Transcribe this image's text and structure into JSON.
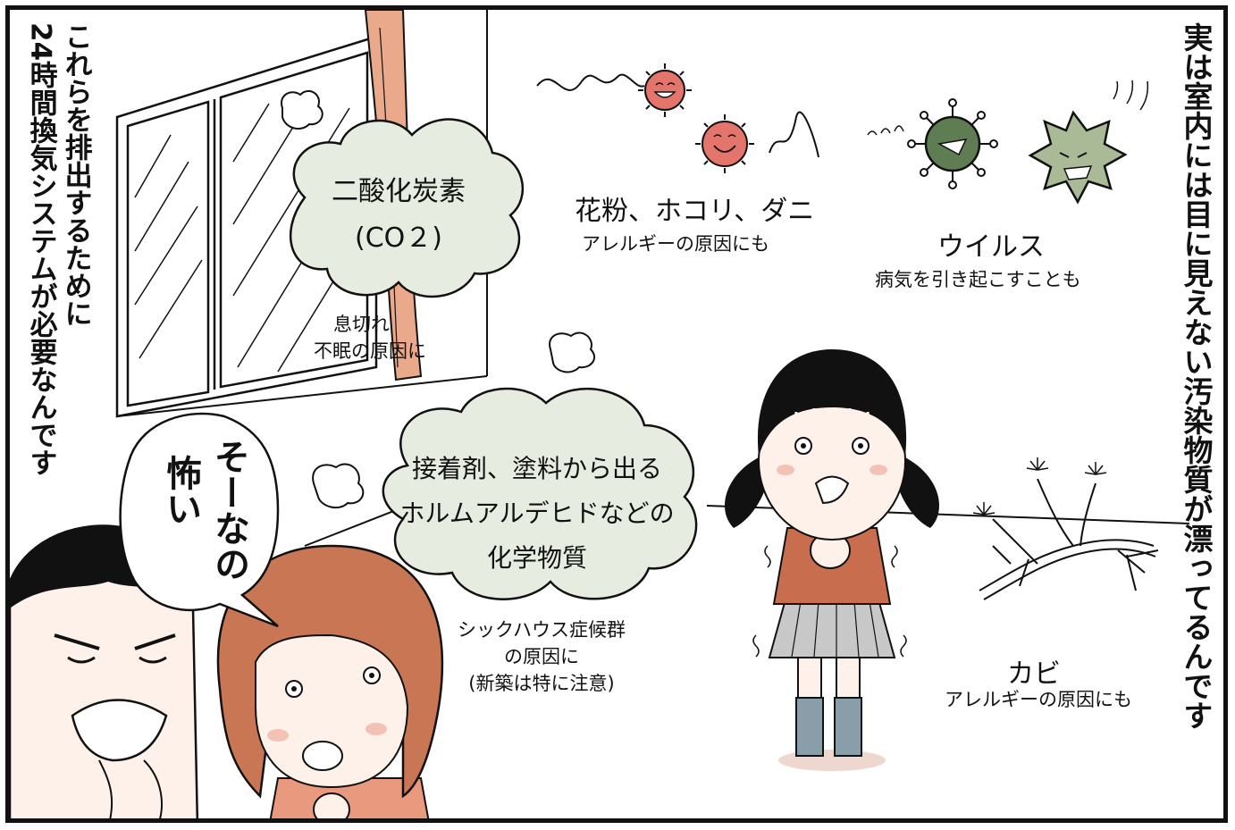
{
  "narration": {
    "right": "実は室内には目に見えない汚染物質が漂ってるんです",
    "left_line1": "これらを排出するために",
    "left_line2": "24時間換気システムが必要なんです"
  },
  "co2": {
    "title_line1": "二酸化炭素",
    "title_line2": "(CO２)",
    "note_line1": "息切れ",
    "note_line2": "不眠の原因に"
  },
  "pollen": {
    "title": "花粉、ホコリ、ダニ",
    "note": "アレルギーの原因にも"
  },
  "virus": {
    "title": "ウイルス",
    "note": "病気を引き起こすことも"
  },
  "chemical": {
    "title_line1": "接着剤、塗料から出る",
    "title_line2": "ホルムアルデヒドなどの",
    "title_line3": "化学物質",
    "note_line1": "シックハウス症候群",
    "note_line2": "の原因に",
    "note_line3": "(新築は特に注意)"
  },
  "mold": {
    "title": "カビ",
    "note": "アレルギーの原因にも"
  },
  "speech": {
    "line1": "そーなの",
    "line2": "怖い"
  },
  "colors": {
    "outline": "#111111",
    "cloud_fill": "#e6ede0",
    "skin": "#fdf1ea",
    "hair_brown": "#c97655",
    "pollen_red": "#e4756c",
    "virus_green": "#5f7d52",
    "virus_light": "#aab996",
    "blazer": "#c96d4f",
    "skirt": "#c8c8c8",
    "socks": "#8a9eaa"
  },
  "icons": [
    "pollen-icon",
    "virus-icon",
    "mold-icon",
    "window-icon",
    "curtain-icon",
    "cloud-icon"
  ]
}
